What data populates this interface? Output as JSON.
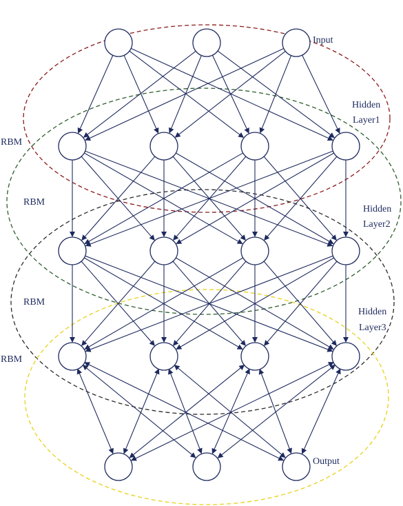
{
  "labels": {
    "input": "Input",
    "hidden1_line1": "Hidden",
    "hidden1_line2": "Layer1",
    "hidden2_line1": "Hidden",
    "hidden2_line2": "Layer2",
    "hidden3_line1": "Hidden",
    "hidden3_line2": "Layer3",
    "output": "Output",
    "rbm_1": "RBM",
    "rbm_2": "RBM",
    "rbm_3": "RBM",
    "rbm_4": "RBM"
  },
  "colors": {
    "node_stroke": "#1e2a5e",
    "edge": "#1e2a5e",
    "ellipse_input": "#8b1a1a",
    "ellipse_rbm2": "#2e5e2e",
    "ellipse_rbm3": "#2a2a2a",
    "ellipse_output": "#e8d11a",
    "text": "#1e2a5e"
  },
  "network": {
    "layers": [
      {
        "name": "input",
        "nodes": 3
      },
      {
        "name": "hidden1",
        "nodes": 4
      },
      {
        "name": "hidden2",
        "nodes": 4
      },
      {
        "name": "hidden3",
        "nodes": 4
      },
      {
        "name": "output",
        "nodes": 3
      }
    ],
    "connections": [
      {
        "from": "input",
        "to": "hidden1",
        "direction": "forward"
      },
      {
        "from": "hidden1",
        "to": "hidden2",
        "direction": "forward"
      },
      {
        "from": "hidden2",
        "to": "hidden3",
        "direction": "forward"
      },
      {
        "from": "hidden3",
        "to": "output",
        "direction": "bidirectional"
      }
    ]
  }
}
